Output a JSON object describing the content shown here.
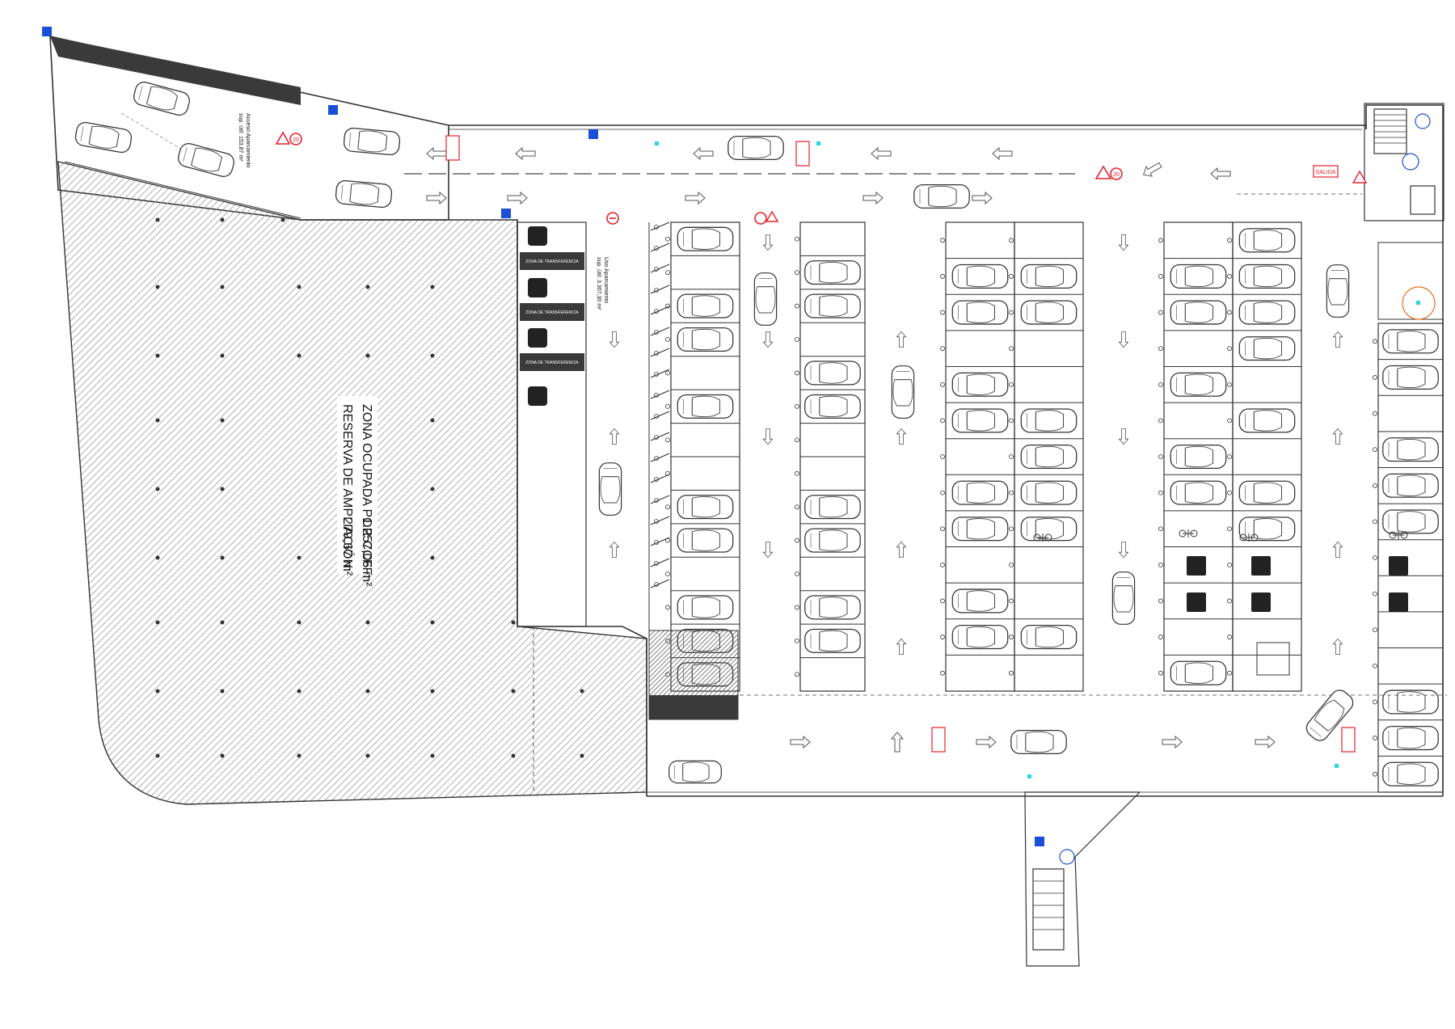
{
  "labels": {
    "zone_ccff": "ZONA OCUPADA POR CCFF:",
    "zone_ccff_area": "1.257,06 m²",
    "zone_reserve": "RESERVA DE AMPLIACIÓN:",
    "zone_reserve_area": "279,67 m²",
    "salida": "SALIDA",
    "use_parking_name": "Uso Aparcamiento",
    "use_parking_area": "sup. útil: 3.307,30 m²",
    "access_name": "Acceso Aparcamiento",
    "access_area": "sup. útil: 153,87 m²",
    "transfer_zone": "ZONA DE TRANSFERENCIA",
    "speed_limit": "20"
  },
  "colors": {
    "line": "#333333",
    "hatch": "#8a8a8a",
    "sign_red": "#e8202a",
    "accessible_blue": "#1a4fd6",
    "magenta": "#e020d0",
    "cyan": "#26d7e0",
    "dark_fill": "#3a3a3a"
  },
  "icons": [
    "car-icon",
    "direction-arrow-icon",
    "warning-triangle-icon",
    "speed-limit-icon",
    "no-entry-icon",
    "ev-charger-icon",
    "motorcycle-icon",
    "accessible-parking-icon",
    "stair-icon",
    "fire-extinguisher-icon"
  ]
}
